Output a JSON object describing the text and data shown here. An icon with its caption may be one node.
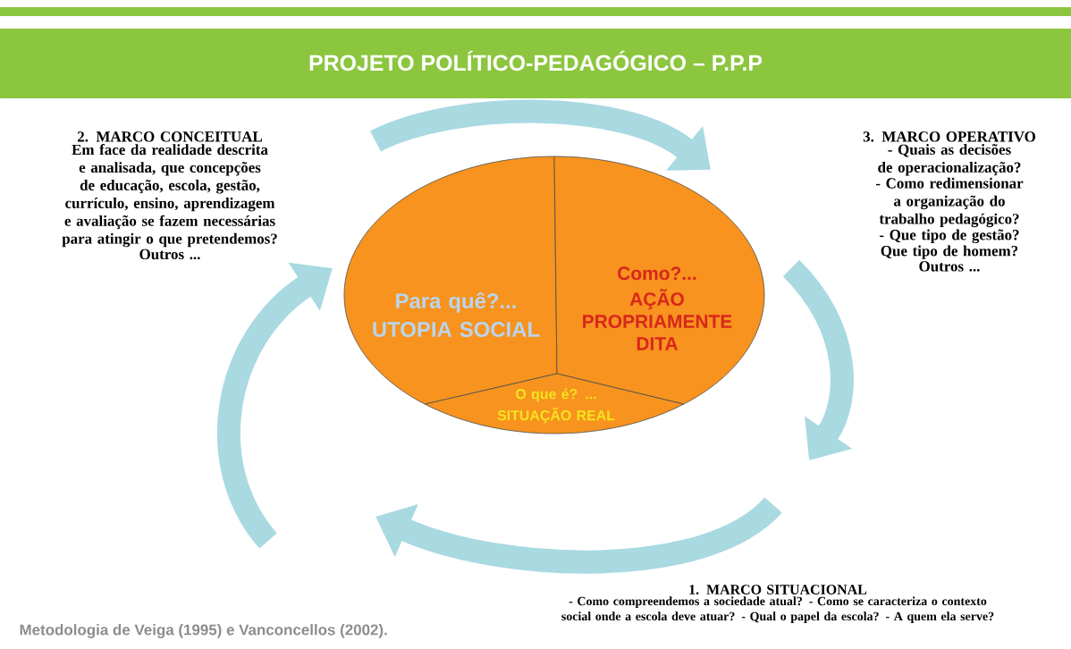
{
  "diagram": {
    "title": "PROJETO POLÍTICO-PEDAGÓGICO – P.P.P",
    "caption": "Metodologia de Veiga (1995) e Vanconcellos (2002).",
    "nodes": [
      {
        "text": [
          "Para quê?...",
          "UTOPIA SOCIAL"
        ]
      },
      {
        "text": [
          "Como?...",
          "AÇÃO PROPRIAMENTE DITA"
        ]
      },
      {
        "text": [
          "O que é? ...",
          "SITUAÇÃO REAL"
        ]
      }
    ],
    "labels": [
      "2. MARCO CONCEITUAL",
      "Em face da realidade descrita e analisada, que concepções de educação, escola, gestão, currículo, ensino, aprendizagem e avaliação se fazem necessárias para atingir o que pretendemos?",
      "Outros ...",
      "3. MARCO OPERATIVO",
      "- Quais as decisões de operacionalização?",
      "- Como redimensionar a organização do trabalho pedagógico?",
      "- Que tipo de gestão?",
      "Que tipo de homem?",
      "Outros ...",
      "1. MARCO SITUACIONAL",
      "- Como compreendemos a sociedade atual? - Como se caracteriza o contexto social onde a escola deve atuar? - Qual o papel da escola? - A quem ela serve?"
    ]
  }
}
